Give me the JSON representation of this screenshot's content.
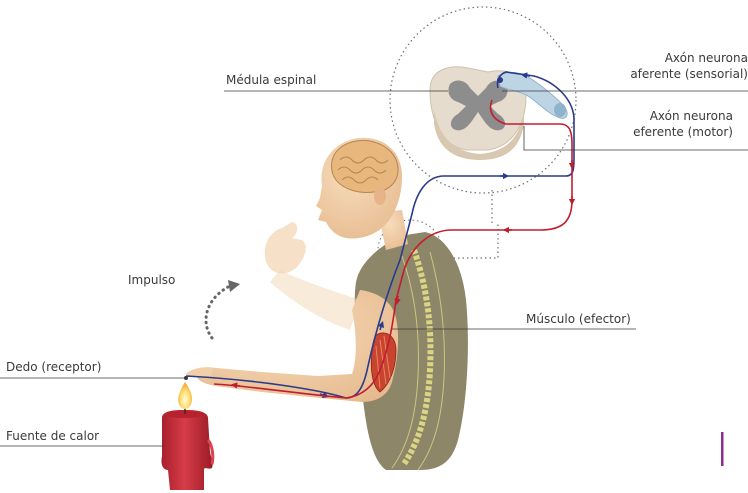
{
  "labels": {
    "medula": "Médula espinal",
    "afferent_line1": "Axón neurona",
    "afferent_line2": "aferente (sensorial)",
    "efferent_line1": "Axón neurona",
    "efferent_line2": "eferente (motor)",
    "impulso": "Impulso",
    "musculo": "Músculo (efector)",
    "dedo": "Dedo (receptor)",
    "fuente": "Fuente de calor"
  },
  "colors": {
    "afferent": "#2a3a8c",
    "efferent": "#c21d2e",
    "skin": "#f1cfa8",
    "shirt": "#8e8668",
    "candle": "#c72f3c",
    "grey_matter": "#8d8d8d",
    "white_matter": "#e6dccd",
    "accent_bar": "#8a2d8f"
  }
}
